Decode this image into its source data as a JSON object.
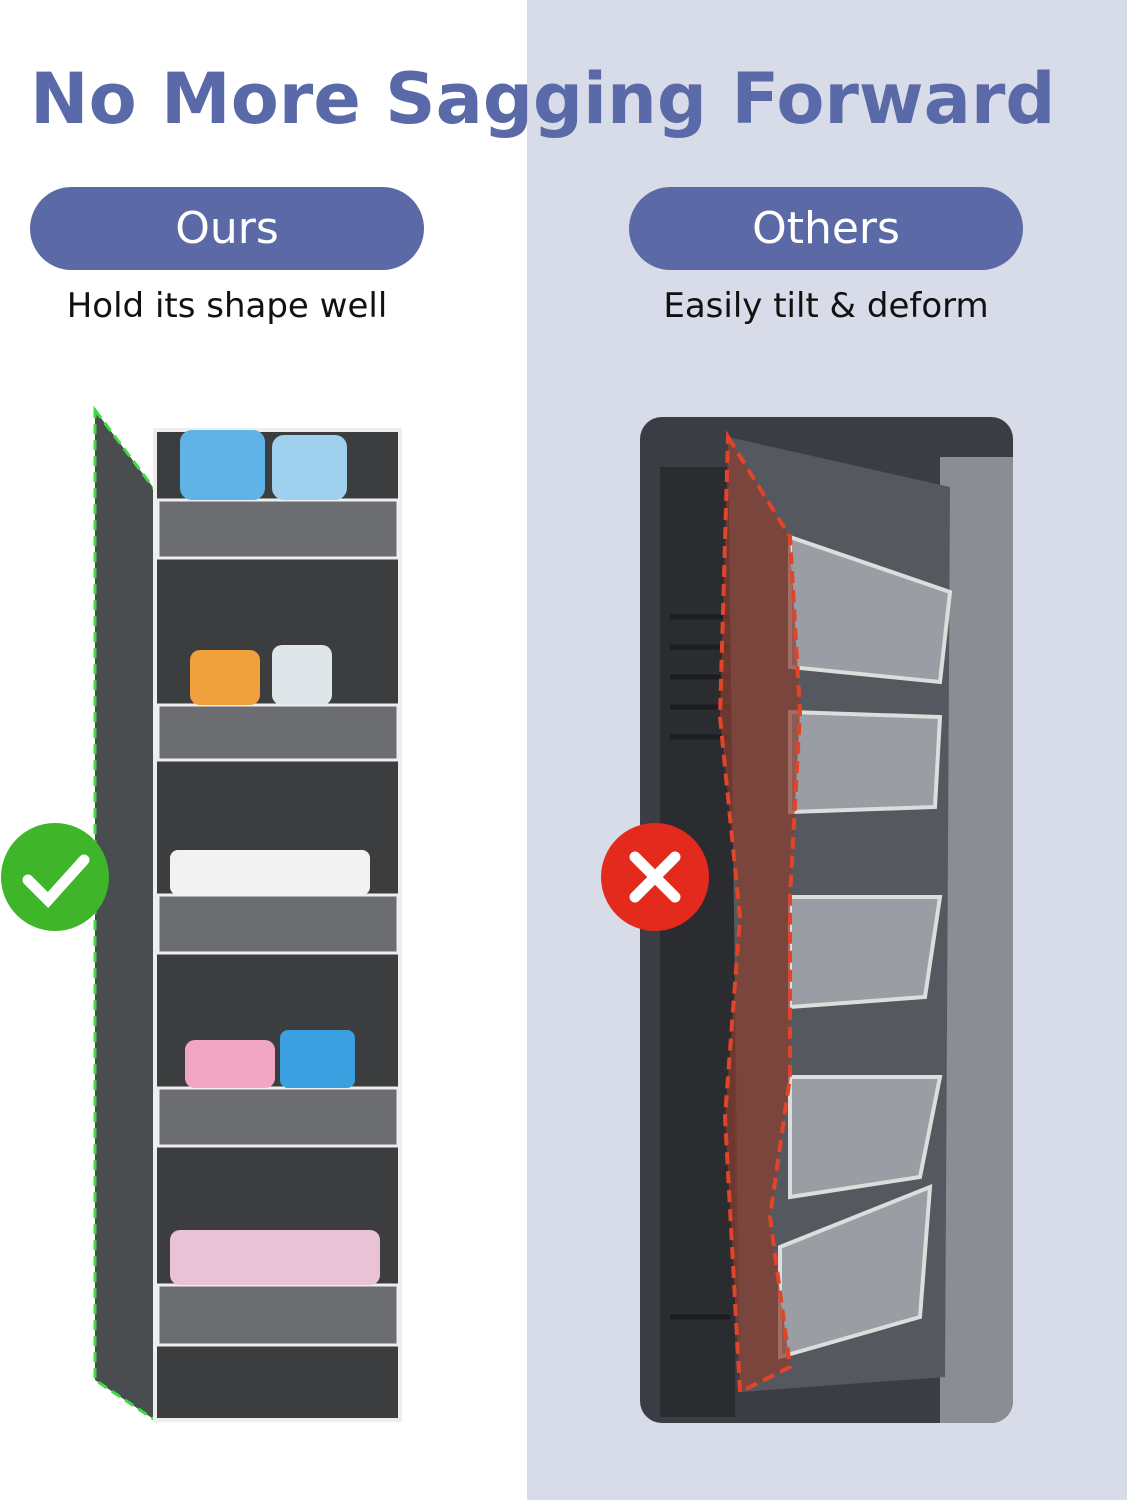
{
  "title": "No More Sagging Forward",
  "ours": {
    "label": "Ours",
    "caption": "Hold its shape well",
    "badge_icon": "check-icon",
    "outline_color": "#3ddc3d"
  },
  "others": {
    "label": "Others",
    "caption": "Easily tilt & deform",
    "badge_icon": "x-icon",
    "outline_color": "#e0452a"
  },
  "colors": {
    "accent": "#5b6aa6",
    "right_background": "#d8dbe8"
  }
}
